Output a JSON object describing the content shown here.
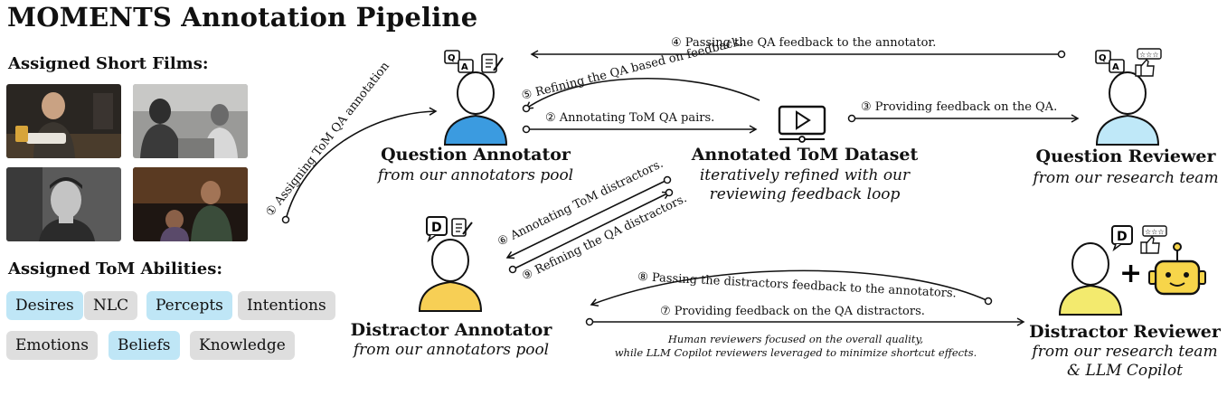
{
  "title": "MOMENTS Annotation Pipeline",
  "films": {
    "heading": "Assigned Short Films:"
  },
  "abilities": {
    "heading": "Assigned ToM Abilities:",
    "tags": [
      {
        "label": "Desires",
        "style": "blue"
      },
      {
        "label": "NLC",
        "style": "gray"
      },
      {
        "label": "Percepts",
        "style": "blue"
      },
      {
        "label": "Intentions",
        "style": "gray"
      },
      {
        "label": "Emotions",
        "style": "gray"
      },
      {
        "label": "Beliefs",
        "style": "blue"
      },
      {
        "label": "Knowledge",
        "style": "gray"
      }
    ]
  },
  "roles": {
    "question_annotator": {
      "name": "Question Annotator",
      "sub": "from our annotators pool",
      "shirt": "#3b9be0"
    },
    "dataset": {
      "name": "Annotated ToM Dataset",
      "sub1": "iteratively refined with our",
      "sub2": "reviewing feedback loop"
    },
    "question_reviewer": {
      "name": "Question Reviewer",
      "sub": "from our research team",
      "shirt": "#bfe8f8"
    },
    "distractor_annotator": {
      "name": "Distractor Annotator",
      "sub": "from our annotators pool",
      "shirt": "#f7cf55"
    },
    "distractor_reviewer": {
      "name": "Distractor Reviewer",
      "sub1": "from our research team",
      "sub2": "& LLM Copilot",
      "shirt": "#f3ea6e"
    }
  },
  "steps": {
    "s1": "① Assigning ToM QA annotation",
    "s2": "② Annotating ToM QA pairs.",
    "s3": "③ Providing feedback on the QA.",
    "s4": "④ Passing the QA feedback to the annotator.",
    "s5": "⑤ Refining the QA based on feedback.",
    "s6": "⑥ Annotating ToM distractors.",
    "s7": "⑦ Providing feedback on the QA distractors.",
    "s8": "⑧ Passing the distractors feedback to the annotators.",
    "s9": "⑨ Refining the QA distractors."
  },
  "note": {
    "line1": "Human reviewers focused on the overall quality,",
    "line2": "while LLM Copilot reviewers leveraged to minimize shortcut effects."
  },
  "icons": {
    "qa": "Q A",
    "d": "D",
    "plus": "+",
    "stars": "☆☆☆"
  },
  "colors": {
    "robot": "#f7d54a",
    "tag_blue": "#bfe6f6",
    "tag_gray": "#dedede"
  }
}
